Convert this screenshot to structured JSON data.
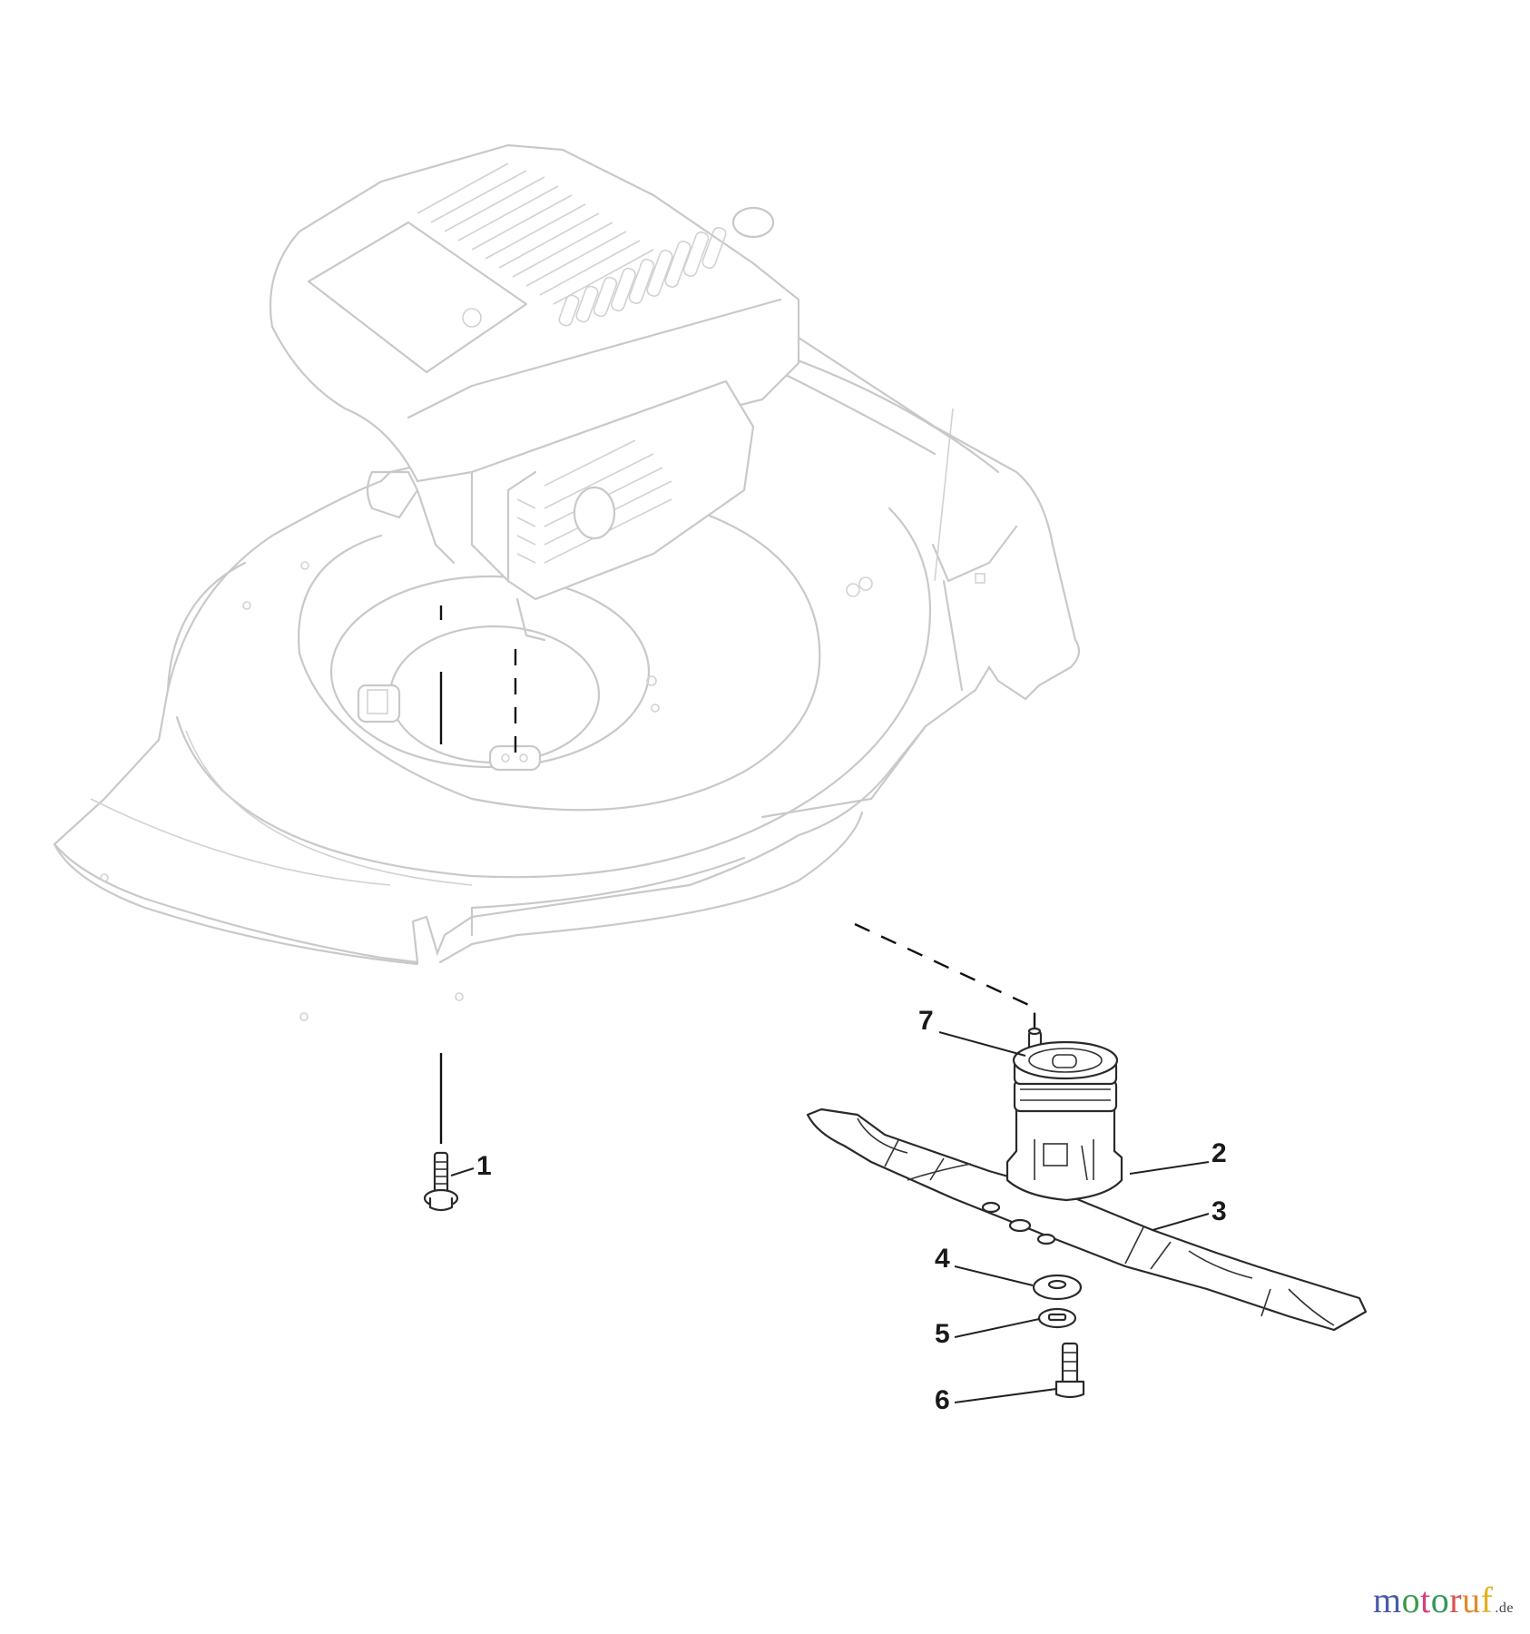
{
  "diagram": {
    "type": "exploded-parts-diagram",
    "subject": "lawn mower deck with engine and blade assembly",
    "background_assembly": [
      "engine",
      "mower-deck"
    ],
    "parts": [
      {
        "number": "1",
        "name": "deck-bolt"
      },
      {
        "number": "2",
        "name": "blade-adapter-hub"
      },
      {
        "number": "3",
        "name": "mower-blade"
      },
      {
        "number": "4",
        "name": "washer"
      },
      {
        "number": "5",
        "name": "spring-washer"
      },
      {
        "number": "6",
        "name": "blade-bolt"
      },
      {
        "number": "7",
        "name": "key-pin"
      }
    ]
  },
  "callouts": {
    "c1": "1",
    "c2": "2",
    "c3": "3",
    "c4": "4",
    "c5": "5",
    "c6": "6",
    "c7": "7"
  },
  "watermark": {
    "letters": [
      "m",
      "o",
      "t",
      "o",
      "r",
      "u",
      "f"
    ],
    "colors": [
      "#4a5aa8",
      "#3d9a4a",
      "#d4417a",
      "#2f9a5a",
      "#d9534f",
      "#e08a2a",
      "#e0b020"
    ],
    "tld": ".de"
  }
}
